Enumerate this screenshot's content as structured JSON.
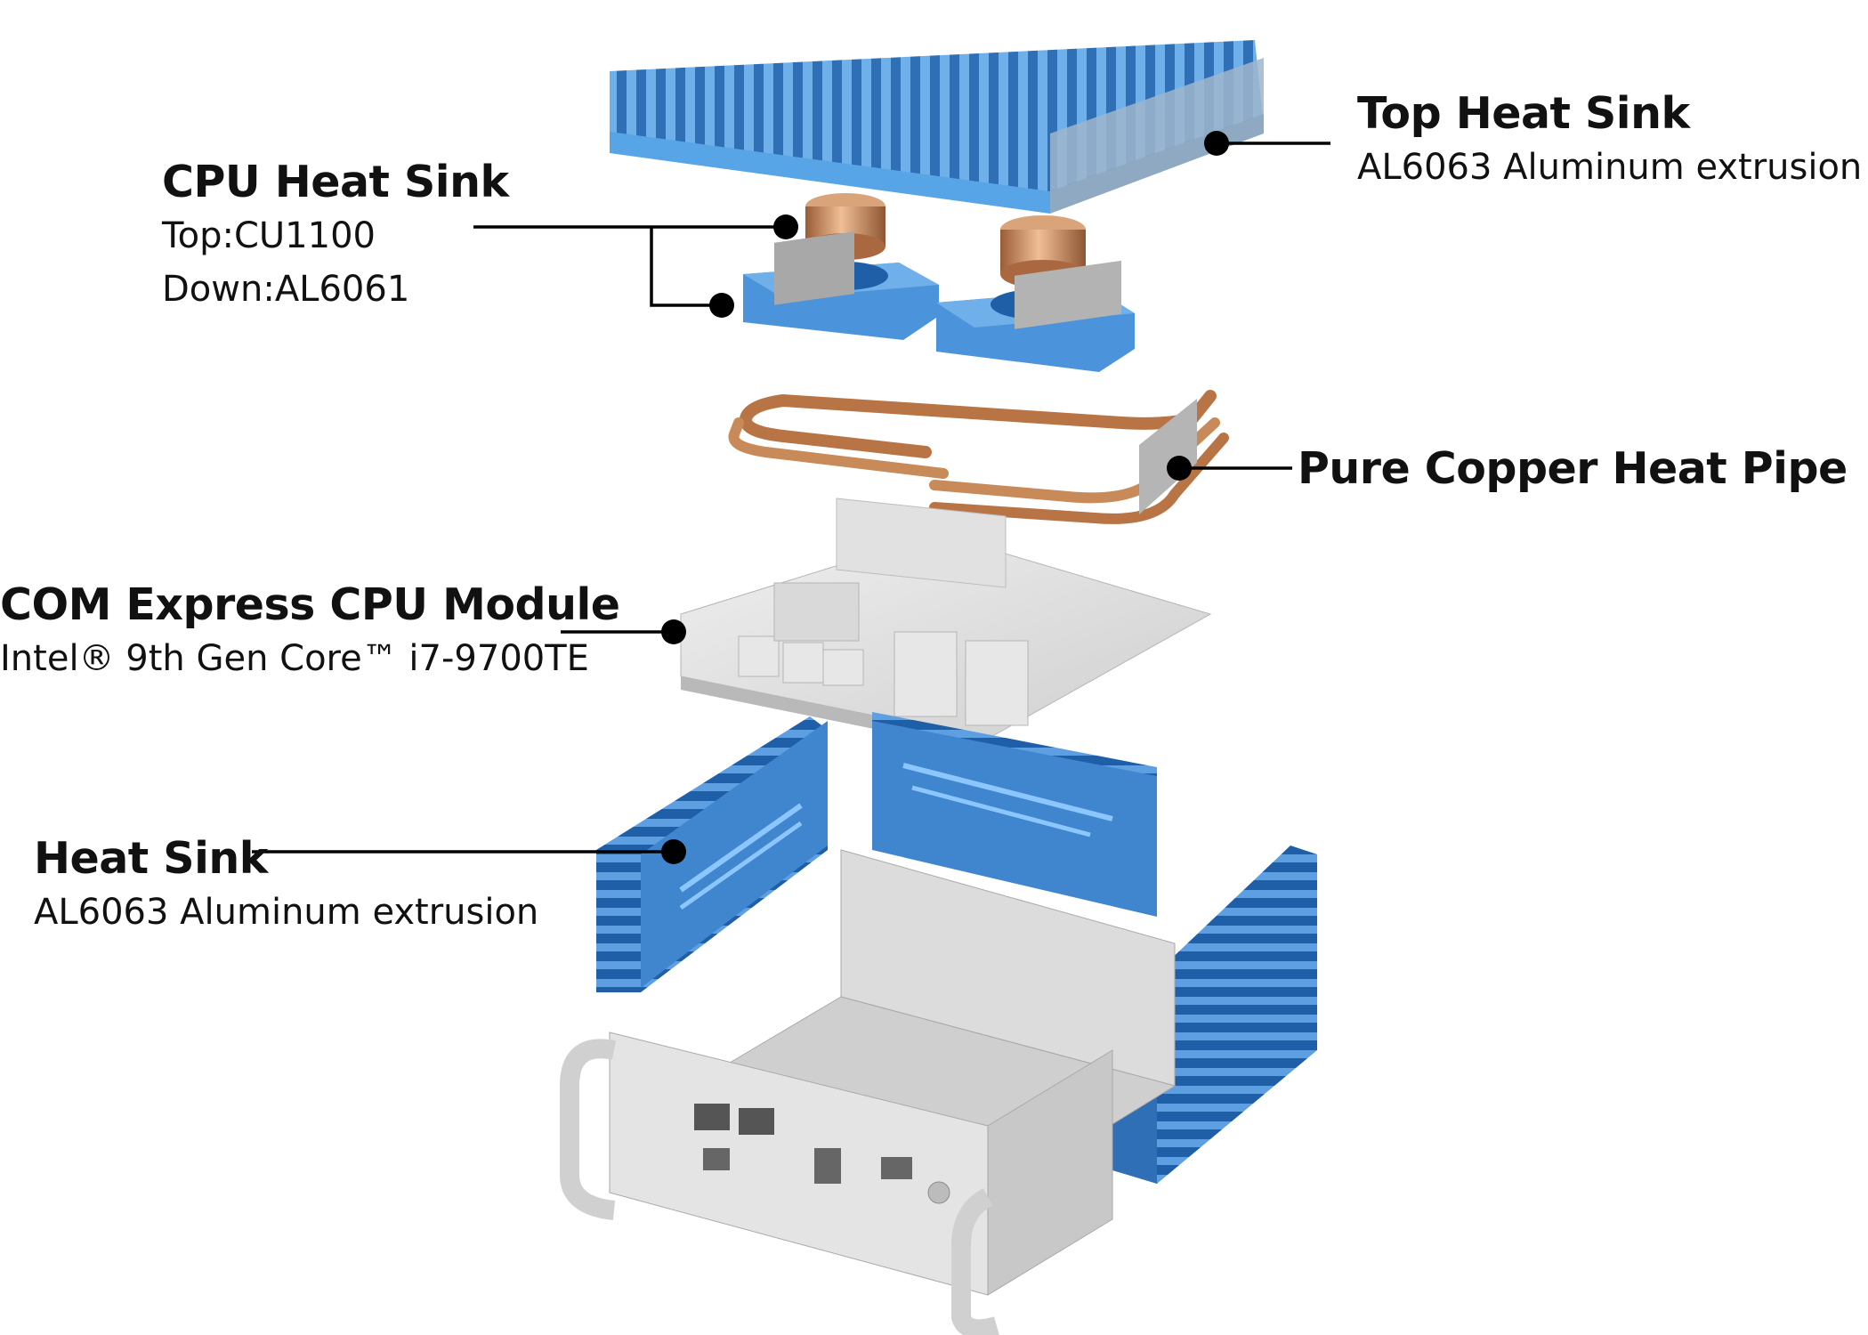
{
  "labels": {
    "top_heat_sink": {
      "title": "Top Heat Sink",
      "sub": "AL6063 Aluminum extrusion"
    },
    "cpu_heat_sink": {
      "title": "CPU Heat Sink",
      "sub1": "Top:CU1100",
      "sub2": "Down:AL6061"
    },
    "heat_pipe": {
      "title": "Pure Copper Heat Pipe"
    },
    "com_module": {
      "title": "COM Express CPU Module",
      "sub": "Intel® 9th Gen Core™ i7-9700TE"
    },
    "side_heat_sink": {
      "title": "Heat Sink",
      "sub": "AL6063 Aluminum extrusion"
    }
  },
  "colors": {
    "aluminum_blue": "#3f86cf",
    "aluminum_blue_dark": "#1f5fa8",
    "aluminum_blue_light": "#6fb0ea",
    "copper": "#c98a5a",
    "copper_light": "#e9b48a",
    "chassis_grey": "#d7d7d7",
    "chassis_grey_dark": "#a9a9a9",
    "leader_line": "#000000"
  }
}
